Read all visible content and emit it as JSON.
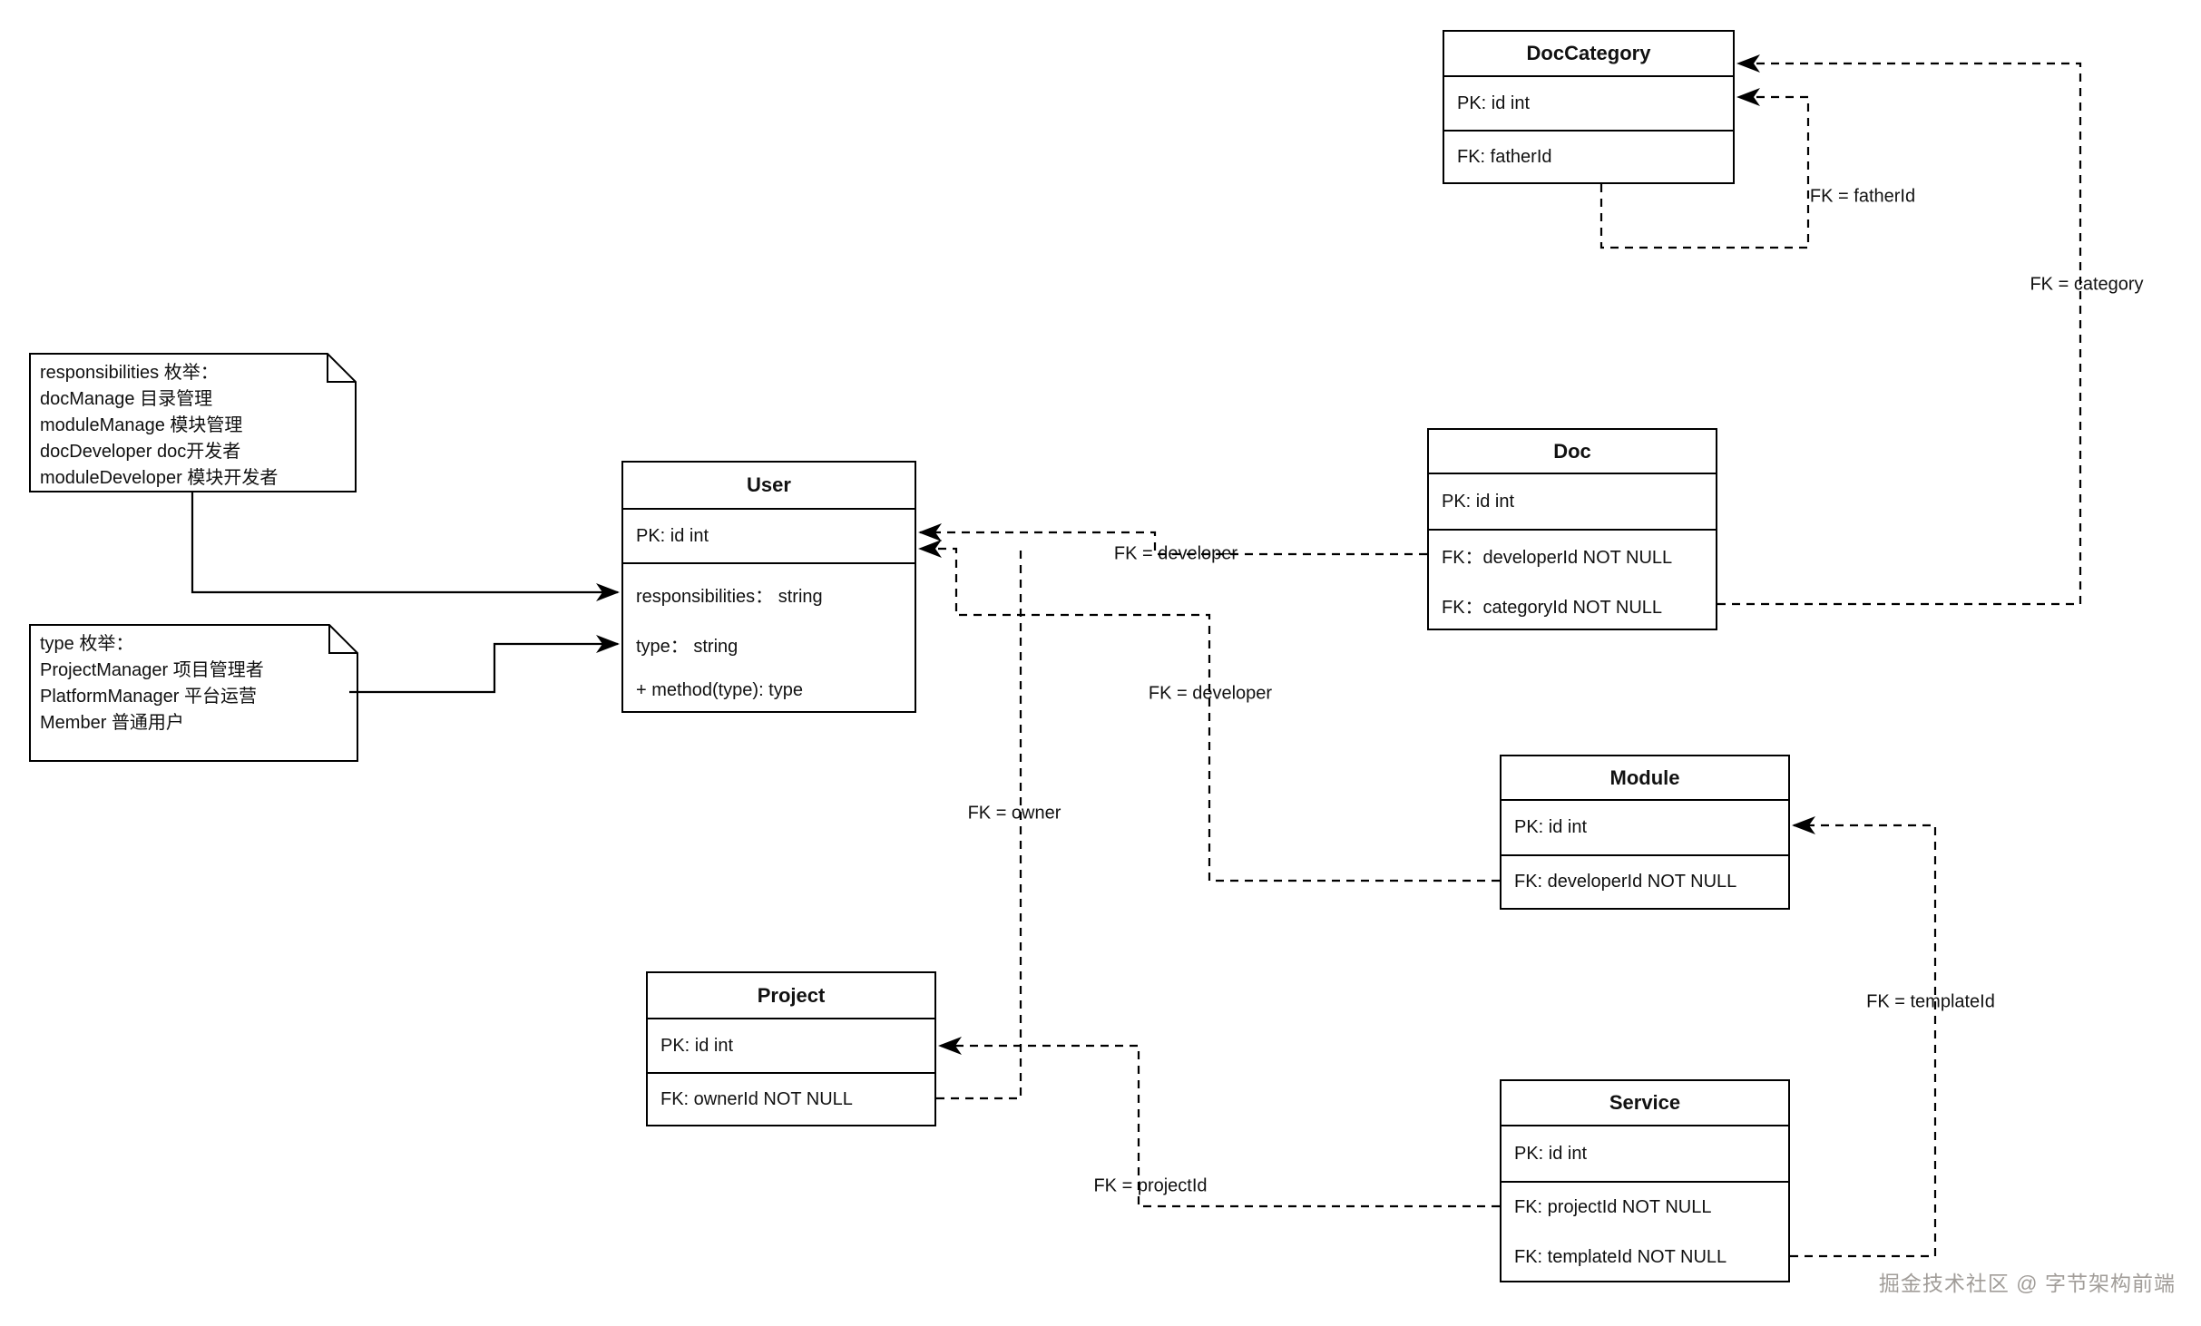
{
  "entities": {
    "doccategory": {
      "title": "DocCategory",
      "pk": "PK: id int",
      "fk": "FK: fatherId"
    },
    "user": {
      "title": "User",
      "pk": "PK: id int",
      "attrs": [
        "responsibilities： string",
        "type： string",
        "+ method(type): type"
      ]
    },
    "doc": {
      "title": "Doc",
      "pk": "PK:  id int",
      "fks": [
        "FK：developerId NOT NULL",
        "FK：categoryId NOT NULL"
      ]
    },
    "module": {
      "title": "Module",
      "pk": "PK: id int",
      "fk": "FK: developerId NOT NULL"
    },
    "project": {
      "title": "Project",
      "pk": "PK: id int",
      "fk": "FK: ownerId NOT NULL"
    },
    "service": {
      "title": "Service",
      "pk": "PK: id int",
      "fks": [
        "FK: projectId NOT NULL",
        "FK: templateId NOT NULL"
      ]
    }
  },
  "notes": {
    "responsibilities": {
      "lines": [
        "responsibilities 枚举：",
        "docManage 目录管理",
        "moduleManage 模块管理",
        "docDeveloper doc开发者",
        "moduleDeveloper 模块开发者"
      ]
    },
    "type": {
      "lines": [
        "type 枚举：",
        "ProjectManager 项目管理者",
        "PlatformManager 平台运营",
        "Member 普通用户"
      ]
    }
  },
  "edges": {
    "father_id": {
      "label": "FK = fatherId",
      "from": "DocCategory.fatherId",
      "to": "DocCategory.id"
    },
    "category": {
      "label": "FK = category",
      "from": "Doc.categoryId",
      "to": "DocCategory"
    },
    "developer_doc": {
      "label": "FK = developer",
      "from": "Doc.developerId",
      "to": "User.id"
    },
    "developer_module": {
      "label": "FK = developer",
      "from": "Module.developerId",
      "to": "User.id"
    },
    "owner": {
      "label": "FK = owner",
      "from": "Project.ownerId",
      "to": "User.id"
    },
    "project_id": {
      "label": "FK = projectId",
      "from": "Service.projectId",
      "to": "Project.id"
    },
    "template_id": {
      "label": "FK = templateId",
      "from": "Service.templateId",
      "to": "Module.id"
    }
  },
  "watermark": {
    "text": "掘金技术社区 @ 字节架构前端"
  },
  "colors": {
    "line": "#000000",
    "background": "#ffffff",
    "watermark": "#a19d99"
  }
}
